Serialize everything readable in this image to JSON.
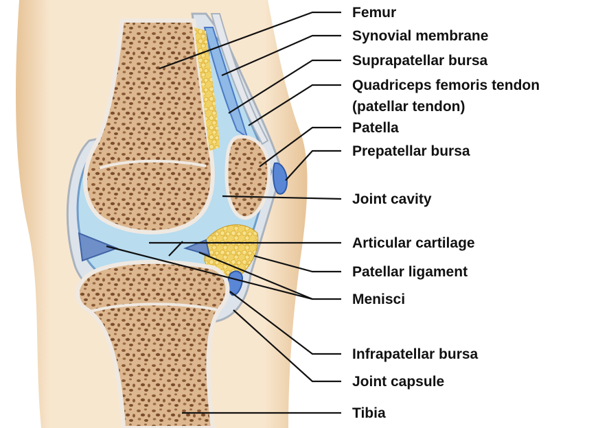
{
  "figure": {
    "labels": [
      {
        "id": "femur",
        "text": "Femur"
      },
      {
        "id": "synovial-membrane",
        "text": "Synovial membrane"
      },
      {
        "id": "suprapatellar-bursa",
        "text": "Suprapatellar bursa"
      },
      {
        "id": "quadriceps-tendon-line1",
        "text": "Quadriceps femoris tendon"
      },
      {
        "id": "quadriceps-tendon-line2",
        "text": "(patellar tendon)"
      },
      {
        "id": "patella",
        "text": "Patella"
      },
      {
        "id": "prepatellar-bursa",
        "text": "Prepatellar bursa"
      },
      {
        "id": "joint-cavity",
        "text": "Joint cavity"
      },
      {
        "id": "articular-cartilage",
        "text": "Articular cartilage"
      },
      {
        "id": "patellar-ligament",
        "text": "Patellar ligament"
      },
      {
        "id": "menisci",
        "text": "Menisci"
      },
      {
        "id": "infrapatellar-bursa",
        "text": "Infrapatellar bursa"
      },
      {
        "id": "joint-capsule",
        "text": "Joint capsule"
      },
      {
        "id": "tibia",
        "text": "Tibia"
      }
    ]
  },
  "colors": {
    "skin": "#f6e2c6",
    "skin_shadow": "#e8c9a0",
    "bone": "#d9b48a",
    "bone_pore": "#8a5a35",
    "cartilage": "#e9e4de",
    "synovial_fluid": "#b8dcf0",
    "synovial_membrane": "#6f9cc9",
    "bursa": "#5a86d6",
    "fat_pad": "#f3d76a",
    "capsule": "#c9ced6",
    "line": "#111111"
  }
}
